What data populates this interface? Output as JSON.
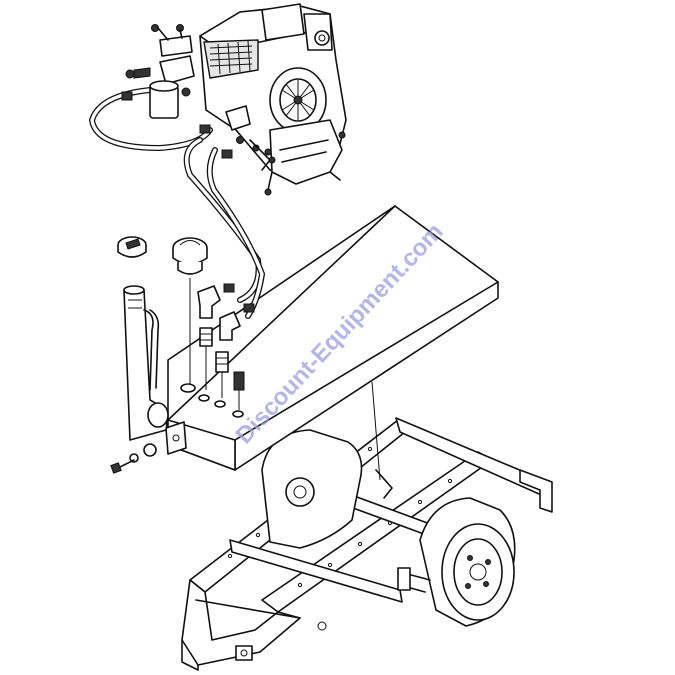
{
  "watermark": {
    "text": "Discount-Equipment.com",
    "color": "#9a9ee8"
  },
  "parts": [
    "engine",
    "fuel-filter",
    "fuel-hoses",
    "fuel-tank",
    "filler-neck",
    "fuel-cap",
    "vent-cap",
    "elbow-fittings",
    "tank-bracket",
    "trailer-frame",
    "trailer-wheel"
  ]
}
